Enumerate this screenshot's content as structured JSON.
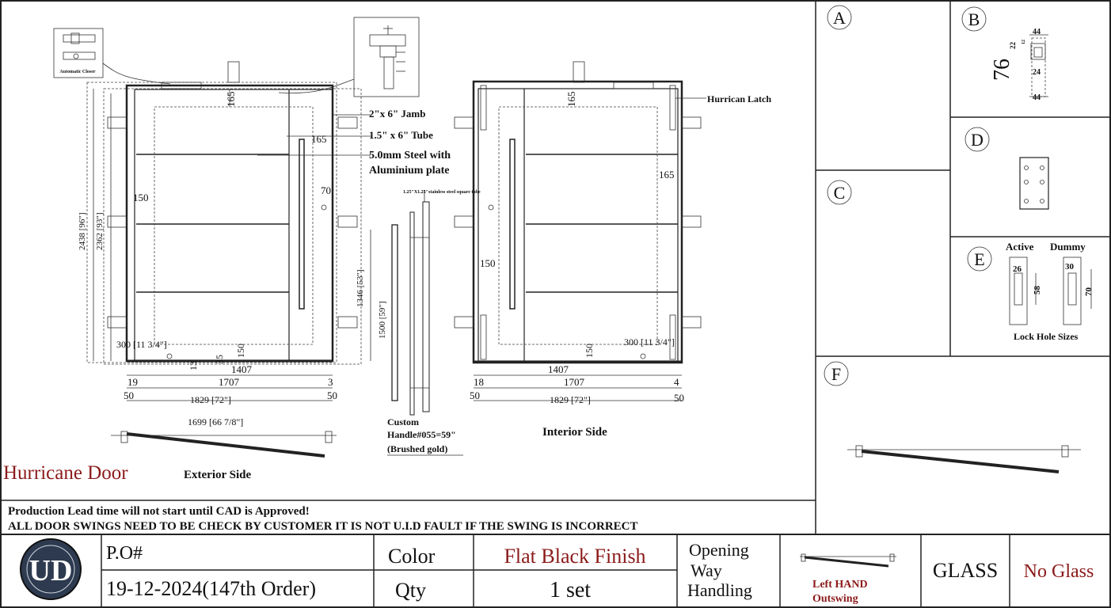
{
  "drawing": {
    "title": "Hurricane Door",
    "exterior_label": "Exterior Side",
    "interior_label": "Interior Side",
    "callouts": {
      "jamb": "2\"x 6\" Jamb",
      "tube": "1.5\" x 6\" Tube",
      "steel_line1": "5.0mm  Steel with",
      "steel_line2": "Aluminium plate",
      "latch": "Hurrican Latch",
      "closer": "Automatic Closer",
      "handle_tube": "1.25\"X1.25\"stainless steel square tube",
      "handle_line1": "Custom",
      "handle_line2": "Handle#055=59\"",
      "handle_line3": "(Brushed gold)"
    },
    "exterior_dims": {
      "top_165": "165",
      "side_165": "165",
      "d70": "70",
      "d150_left": "150",
      "h2438": "2438 [96\"]",
      "h2362": "2362 [93\"]",
      "h1346": "1346 [53\"]",
      "d300": "300 [11 3/4\"]",
      "d150_bottom": "150",
      "d13": "13",
      "d35": "35",
      "w1407": "1407",
      "w1707": "1707",
      "w1829": "1829 [72\"]",
      "d19": "19",
      "d3": "3",
      "d50_left": "50",
      "d50_right": "50",
      "w1699": "1699 [66 7/8\"]"
    },
    "handle_dims": {
      "h1500": "1500 [59\"]"
    },
    "interior_dims": {
      "top_165": "165",
      "side_165": "165",
      "d150_left": "150",
      "d150_bottom": "150",
      "d300": "300 [11 3/4\"]",
      "w1407": "1407",
      "w1707": "1707",
      "w1829": "1829 [72\"]",
      "d18": "18",
      "d4": "4",
      "d50_left": "50",
      "d50_right": "50"
    }
  },
  "details": {
    "A": {
      "letter": "A"
    },
    "B": {
      "letter": "B",
      "d76": "76",
      "d44_top": "44",
      "d22": "22",
      "d12": "12",
      "d24": "24",
      "d44_bottom": "44"
    },
    "C": {
      "letter": "C"
    },
    "D": {
      "letter": "D"
    },
    "E": {
      "letter": "E",
      "active": "Active",
      "dummy": "Dummy",
      "d26": "26",
      "d58": "58",
      "d30": "30",
      "d70": "70",
      "caption": "Lock Hole Sizes"
    },
    "F": {
      "letter": "F"
    }
  },
  "notes": {
    "line1": "Production Lead time will not start until CAD is Approved!",
    "line2": "ALL DOOR SWINGS NEED TO BE CHECK BY CUSTOMER IT IS NOT U.I.D FAULT IF THE SWING IS  INCORRECT"
  },
  "title_block": {
    "logo_text": "UD",
    "po_label": "P.O#",
    "po_value": "19-12-2024(147th Order)",
    "color_label": "Color",
    "color_value": "Flat Black Finish",
    "qty_label": "Qty",
    "qty_value": "1 set",
    "opening_label_line1": "Opening",
    "opening_label_line2": "Way",
    "opening_label_line3": "Handling",
    "swing_line1": "Left HAND",
    "swing_line2": "Outswing",
    "glass_label": "GLASS",
    "glass_value": "No Glass"
  },
  "colors": {
    "accent_red": "#8b1a1a",
    "line": "#222222"
  }
}
